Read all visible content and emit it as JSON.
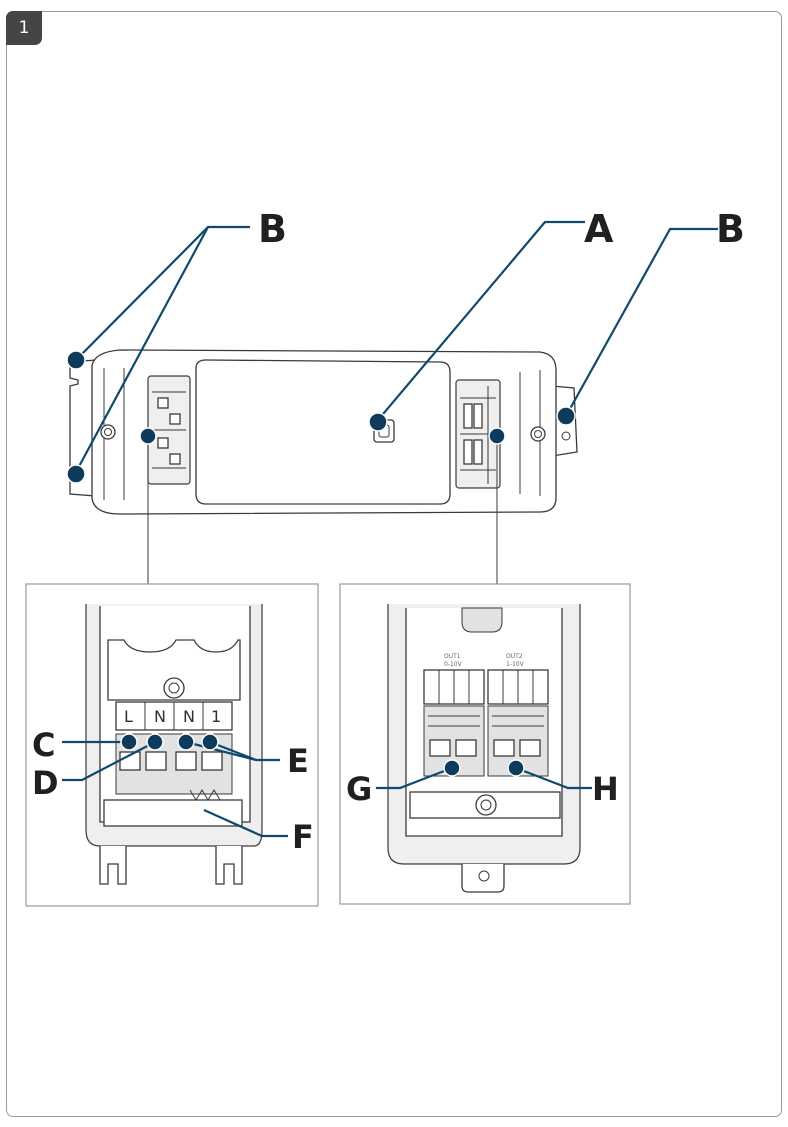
{
  "figure_number": "1",
  "callouts": {
    "a": "A",
    "b_left": "B",
    "b_right": "B",
    "c": "C",
    "d": "D",
    "e": "E",
    "f": "F",
    "g": "G",
    "h": "H"
  },
  "terminal_labels": [
    "L",
    "N",
    "N",
    "1"
  ],
  "output_labels": {
    "out1": "OUT1",
    "out1_range": "0-10V",
    "out2": "OUT2",
    "out2_range": "1-10V"
  },
  "colors": {
    "leader": "#0f4a6c",
    "marker": "#0e3b5c",
    "badge": "#454545"
  }
}
